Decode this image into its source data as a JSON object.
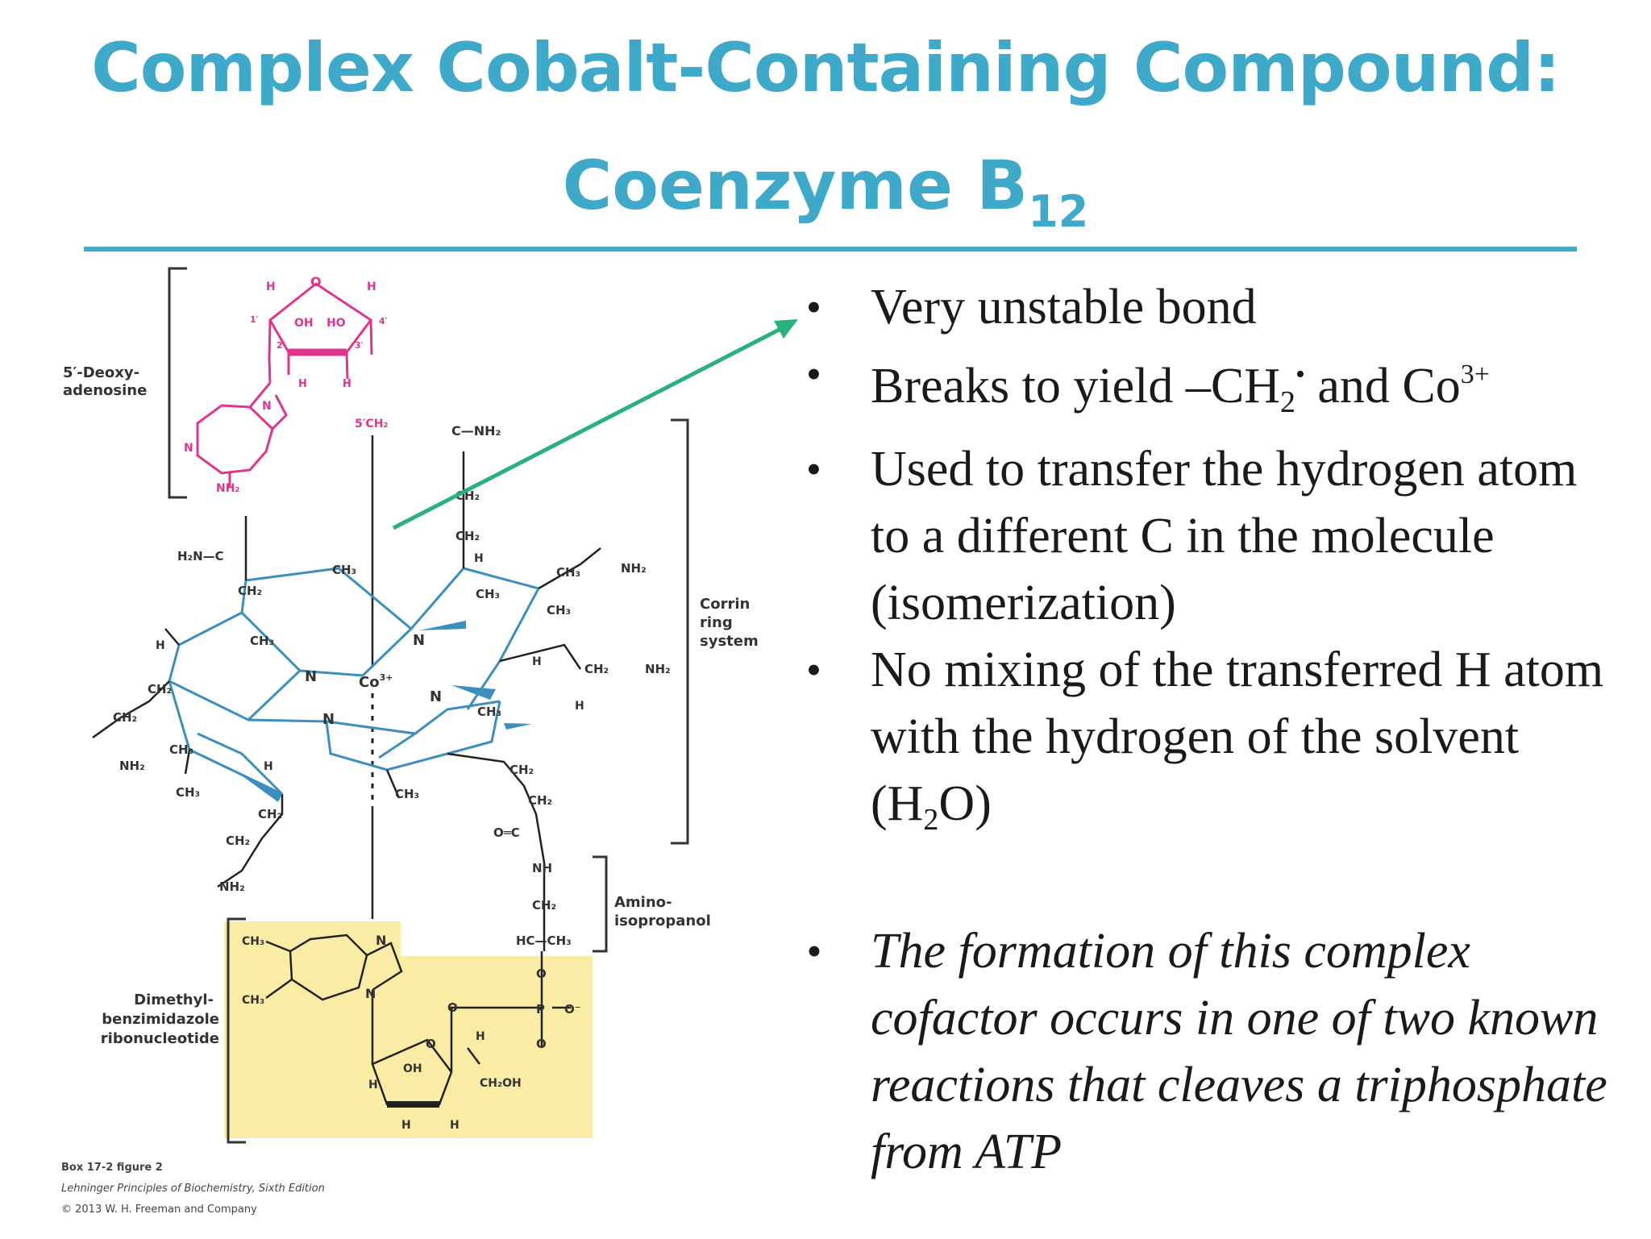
{
  "title": {
    "line1": "Complex Cobalt-Containing Compound:",
    "line2_main": "Coenzyme B",
    "line2_sub": "12"
  },
  "colors": {
    "title": "#3fa9c9",
    "rule": "#3fa9c9",
    "deoxyadenosine": "#e0358f",
    "corrin": "#3a8fbf",
    "arrow": "#2ab07f",
    "highlight": "#fbeca5"
  },
  "bullets": {
    "b1": "Very unstable bond",
    "b2": {
      "pre": "Breaks to yield –CH",
      "sub": "2",
      "dot": "•",
      "mid": " and Co",
      "sup": "3+"
    },
    "b3": "Used to transfer the hydrogen atom to a different C in the molecule (isomerization)",
    "b4": {
      "pre": "No mixing of the transferred H atom with the hydrogen of the solvent (H",
      "sub": "2",
      "post": "O)"
    },
    "b5": "The formation of this complex cofactor occurs in one of two known reactions that cleaves a triphosphate from ATP"
  },
  "figure": {
    "labels": {
      "deoxy_1": "5′-Deoxy-",
      "deoxy_2": "adenosine",
      "corrin_1": "Corrin",
      "corrin_2": "ring",
      "corrin_3": "system",
      "amino_1": "Amino-",
      "amino_2": "isopropanol",
      "dmb_1": "Dimethyl-",
      "dmb_2": "benzimidazole",
      "dmb_3": "ribonucleotide"
    },
    "atoms": {
      "co": "Co",
      "co_charge": "3+",
      "n": "N",
      "h": "H",
      "o": "O",
      "oh": "OH",
      "ho": "HO",
      "ch2": "CH₂",
      "ch3": "CH₃",
      "nh": "NH",
      "nh2": "NH₂",
      "h2n": "H₂N—C",
      "ch2oh": "CH₂OH",
      "p": "P",
      "o_minus": "O⁻",
      "c_nh2": "C—NH₂",
      "o_eq_c": "O═C",
      "hc_ch3": "HC—CH₃",
      "five_ch2": "5′CH₂",
      "one_p": "1′",
      "two_p": "2′",
      "three_p": "3′",
      "four_p": "4′"
    },
    "credit": {
      "line1": "Box 17-2 figure 2",
      "line2": "Lehninger Principles of Biochemistry, Sixth Edition",
      "line3": "© 2013 W. H. Freeman and Company"
    }
  }
}
